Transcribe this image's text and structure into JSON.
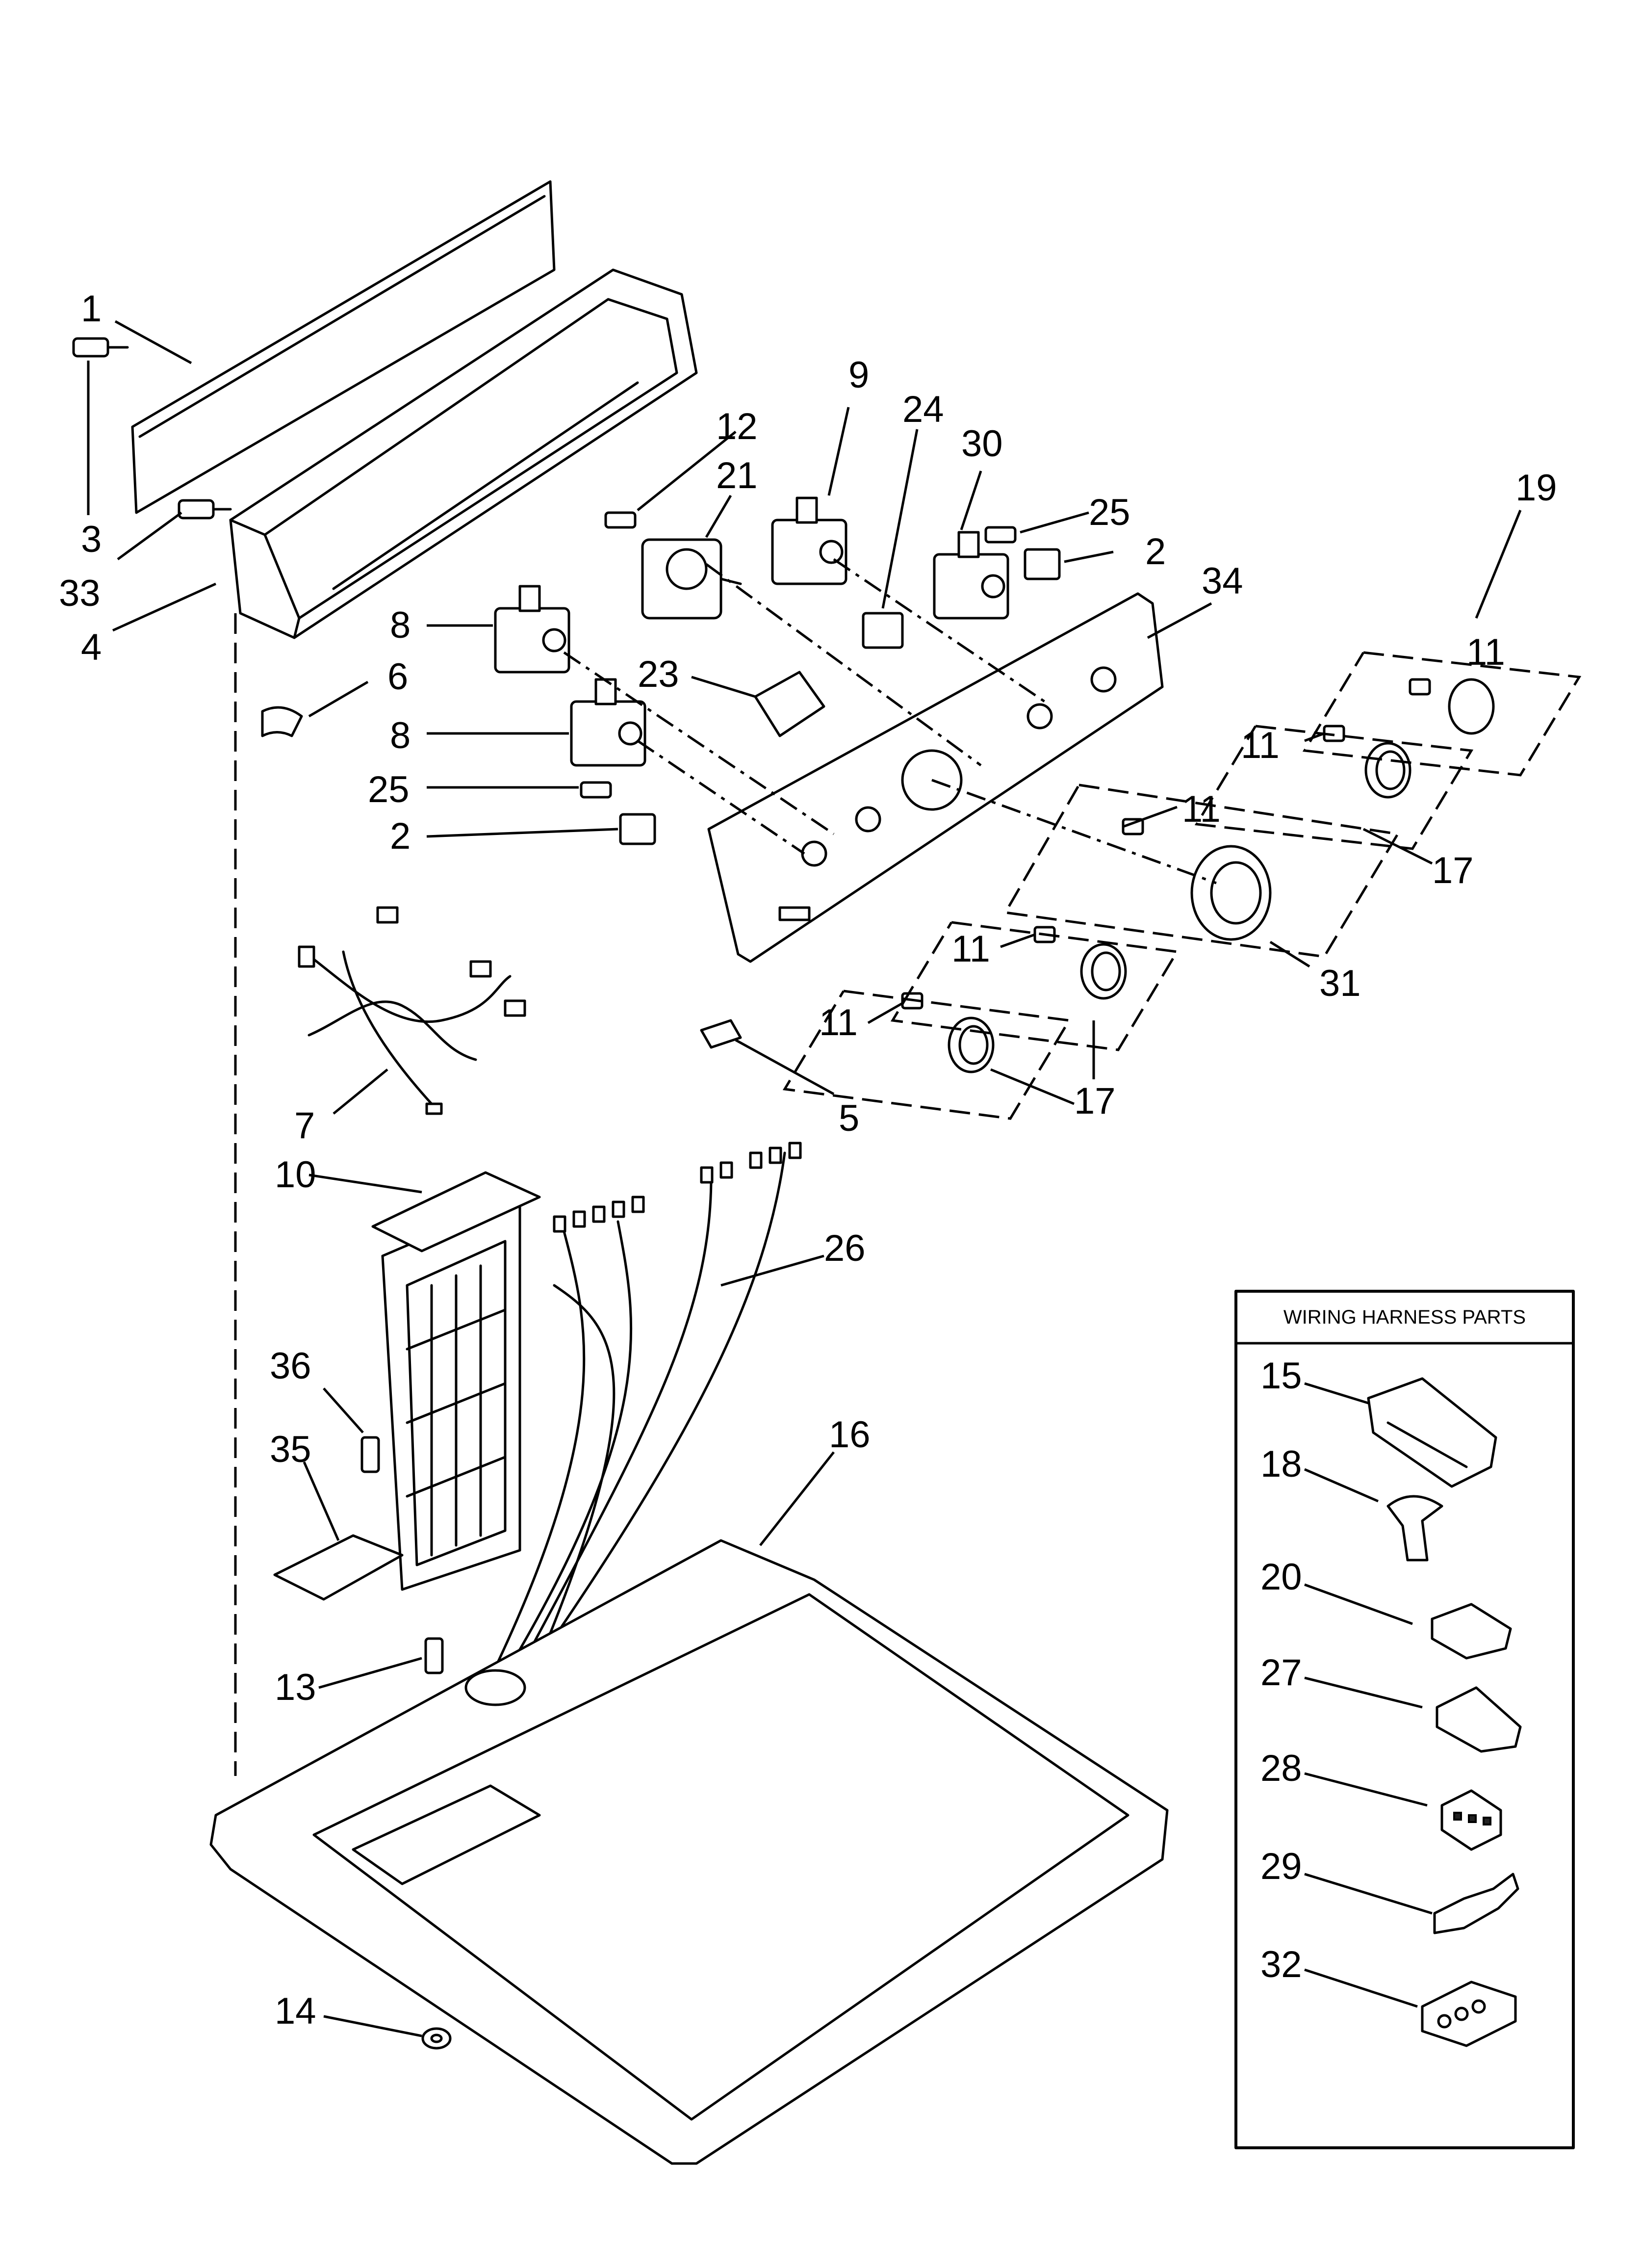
{
  "callouts": {
    "c1": "1",
    "c2a": "2",
    "c2b": "2",
    "c3": "3",
    "c4": "4",
    "c5": "5",
    "c6": "6",
    "c7": "7",
    "c8a": "8",
    "c8b": "8",
    "c9": "9",
    "c10": "10",
    "c11a": "11",
    "c11b": "11",
    "c11c": "11",
    "c11d": "11",
    "c11e": "11",
    "c12": "12",
    "c13": "13",
    "c14": "14",
    "c16": "16",
    "c17a": "17",
    "c17b": "17",
    "c19": "19",
    "c21": "21",
    "c23": "23",
    "c24": "24",
    "c25a": "25",
    "c25b": "25",
    "c26": "26",
    "c30": "30",
    "c31": "31",
    "c33": "33",
    "c34": "34",
    "c35": "35",
    "c36": "36"
  },
  "harness_box": {
    "title": "WIRING HARNESS PARTS",
    "items": [
      {
        "number": "15",
        "icon": "connector-housing-icon"
      },
      {
        "number": "18",
        "icon": "clip-icon"
      },
      {
        "number": "20",
        "icon": "connector-block-icon"
      },
      {
        "number": "27",
        "icon": "connector-icon"
      },
      {
        "number": "28",
        "icon": "plug-icon"
      },
      {
        "number": "29",
        "icon": "terminal-icon"
      },
      {
        "number": "32",
        "icon": "terminal-housing-icon"
      }
    ]
  }
}
